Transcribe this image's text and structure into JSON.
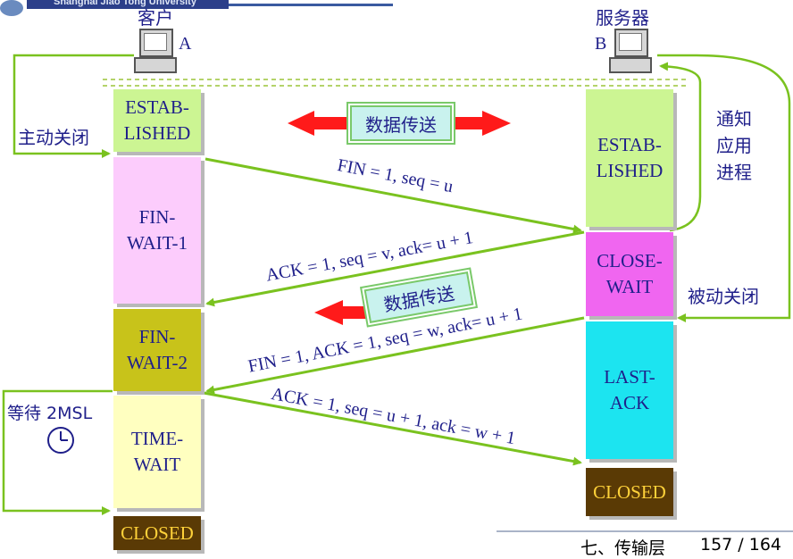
{
  "header": {
    "university": "Shanghai Jiao Tong University"
  },
  "client": {
    "title": "客户",
    "host": "A"
  },
  "server": {
    "title": "服务器",
    "host": "B"
  },
  "client_states": {
    "established": "ESTAB-\nLISHED",
    "fin_wait_1": "FIN-\nWAIT-1",
    "fin_wait_2": "FIN-\nWAIT-2",
    "time_wait": "TIME-\nWAIT",
    "closed": "CLOSED"
  },
  "server_states": {
    "established": "ESTAB-\nLISHED",
    "close_wait": "CLOSE-\nWAIT",
    "last_ack": "LAST-\nACK",
    "closed": "CLOSED"
  },
  "labels": {
    "active_close": "主动关闭",
    "notify_app": "通知\n应用\n进程",
    "passive_close": "被动关闭",
    "wait_2msl": "等待 2MSL"
  },
  "messages": {
    "fin1": "FIN = 1, seq = u",
    "ack1": "ACK = 1, seq = v, ack= u + 1",
    "fin2": "FIN = 1, ACK = 1, seq = w, ack= u + 1",
    "ack2": "ACK = 1, seq = u + 1, ack = w + 1"
  },
  "data_transfer": {
    "both": "数据传送",
    "one_way": "数据传送"
  },
  "footer": {
    "chapter": "七、传输层",
    "page": "157 / 164"
  },
  "colors": {
    "established": "#ccf593",
    "fin_wait_1": "#fcccfc",
    "fin_wait_2": "#c8c31a",
    "time_wait": "#ffffc0",
    "closed": "#5a3a05",
    "close_wait": "#f066f0",
    "last_ack": "#1ce4f0",
    "arrow_green": "#7ac21f",
    "arrow_red": "#ff1a1a",
    "text_blue": "#1f1f8a",
    "closed_text": "#ffd23a"
  },
  "icons": [
    "computer-icon",
    "clock-icon",
    "university-logo-icon"
  ]
}
